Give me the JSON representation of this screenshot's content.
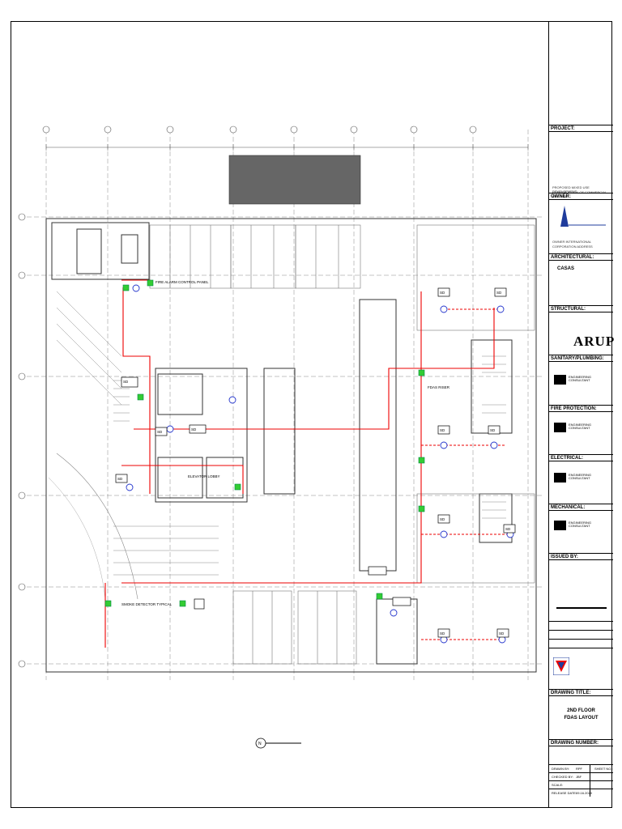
{
  "title_block": {
    "project_label": "PROJECT:",
    "project_name": "PROPOSED MIXED USE DEVELOPMENT",
    "project_line2": "CONSTRUCTION OF COMMERCIAL BUILDING",
    "owner_label": "OWNER:",
    "owner_name": "OWNER INTERNATIONAL",
    "owner_line2": "CORPORATION ADDRESS",
    "architectural_label": "ARCHITECTURAL:",
    "architect_firm": "CASAS",
    "structural_label": "STRUCTURAL:",
    "structural_logo": "ARUP",
    "sanitary_label": "SANITARY/PLUMBING:",
    "fire_label": "FIRE PROTECTION:",
    "electrical_label": "ELECTRICAL:",
    "mechanical_label": "MECHANICAL:",
    "issued_label": "ISSUED BY:",
    "drawing_title_label": "DRAWING TITLE:",
    "drawing_title_line1": "2ND FLOOR",
    "drawing_title_line2": "FDAS LAYOUT",
    "drawing_number_label": "DRAWING NUMBER:",
    "drawn_label": "DRAWN BY:",
    "drawn_value": "RPF",
    "sheet_label": "SHEET NO.:",
    "checked_label": "CHECKED BY:",
    "checked_value": "JBF",
    "scale_label": "SCALE:",
    "release_label": "RELEASE DATE:",
    "release_value": "09.16.2020",
    "engineering_consultant": "ENGINEERING CONSULTANT"
  },
  "plan_labels": {
    "fire_alarm_control_panel": "FIRE ALARM CONTROL PANEL",
    "fdas_riser": "FDAS RISER",
    "smoke_detector_note": "SMOKE DETECTOR TYPICAL",
    "elevator_lobby": "ELEVATOR LOBBY",
    "north_marker": "N"
  },
  "detector_tags": [
    "SD",
    "SD",
    "SD",
    "SD",
    "SD",
    "SD",
    "SD",
    "SD",
    "SD",
    "SD",
    "SD",
    "SD"
  ]
}
